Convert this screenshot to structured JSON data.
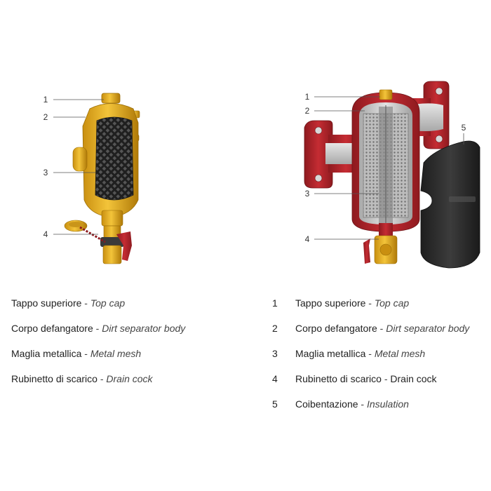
{
  "callouts_left": [
    "1",
    "2",
    "3",
    "4"
  ],
  "callouts_right": [
    "1",
    "2",
    "3",
    "4",
    "5"
  ],
  "legend_left": [
    {
      "it": "Tappo superiore",
      "en": "Top cap"
    },
    {
      "it": "Corpo defangatore",
      "en": "Dirt separator body"
    },
    {
      "it": "Maglia metallica",
      "en": "Metal mesh"
    },
    {
      "it": "Rubinetto di scarico",
      "en": "Drain cock"
    }
  ],
  "legend_right": [
    {
      "num": "1",
      "it": "Tappo superiore",
      "en": "Top cap"
    },
    {
      "num": "2",
      "it": "Corpo defangatore",
      "en": "Dirt separator body"
    },
    {
      "num": "3",
      "it": "Maglia metallica",
      "en": "Metal mesh"
    },
    {
      "num": "4",
      "it": "Rubinetto di scarico",
      "en": "Drain cock"
    },
    {
      "num": "5",
      "it": "Coibentazione",
      "en": "Insulation"
    }
  ],
  "legend_right_plain_en_index": 3,
  "colors": {
    "brass": "#e8b020",
    "brass_dark": "#b8860b",
    "red": "#b8242a",
    "mesh": "#2b2b2b",
    "insulation": "#333333",
    "grey_inner": "#c9c9c9"
  }
}
